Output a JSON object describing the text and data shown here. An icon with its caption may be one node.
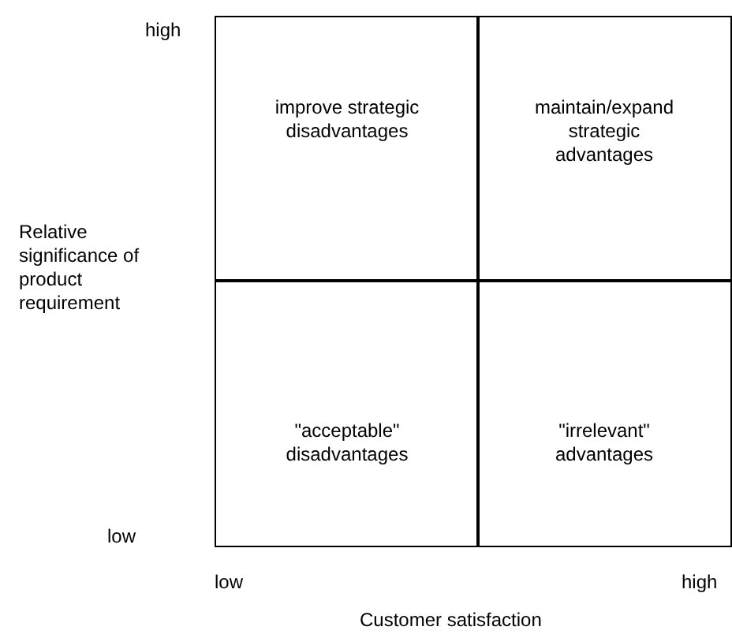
{
  "diagram": {
    "nodes": [
      {
        "text": [
          "improve strategic disadvantages"
        ]
      },
      {
        "text": [
          "maintain/expand strategic advantages"
        ]
      },
      {
        "text": [
          "\"acceptable\" disadvantages"
        ]
      },
      {
        "text": [
          "\"irrelevant\" advantages"
        ]
      }
    ],
    "labels": [
      "high",
      "Relative significance of product requirement",
      "low",
      "low",
      "high",
      "Customer satisfaction"
    ]
  }
}
